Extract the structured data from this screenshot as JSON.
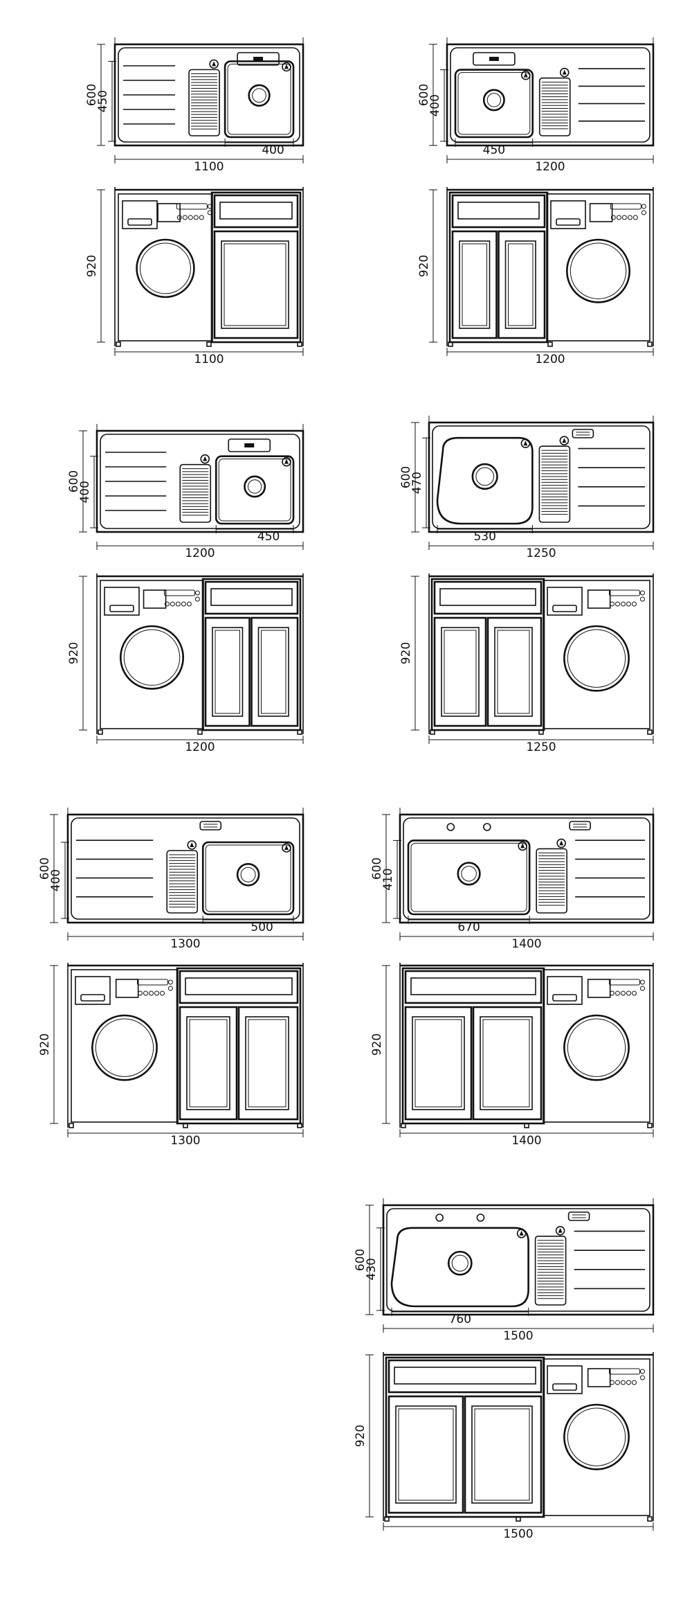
{
  "colors": {
    "line": "#111111",
    "background": "#ffffff"
  },
  "units": [
    {
      "width": "1100",
      "height": "920",
      "depth": "600",
      "basin_depth": "450",
      "basin_width": "400",
      "sink_side": "right",
      "basin_style": "square"
    },
    {
      "width": "1200",
      "height": "920",
      "depth": "600",
      "basin_depth": "400",
      "basin_width": "450",
      "sink_side": "left",
      "basin_style": "square"
    },
    {
      "width": "1200",
      "height": "920",
      "depth": "600",
      "basin_depth": "400",
      "basin_width": "450",
      "sink_side": "right",
      "basin_style": "square"
    },
    {
      "width": "1250",
      "height": "920",
      "depth": "600",
      "basin_depth": "470",
      "basin_width": "530",
      "sink_side": "left",
      "basin_style": "rounded"
    },
    {
      "width": "1300",
      "height": "920",
      "depth": "600",
      "basin_depth": "400",
      "basin_width": "500",
      "sink_side": "right",
      "basin_style": "square"
    },
    {
      "width": "1400",
      "height": "920",
      "depth": "600",
      "basin_depth": "410",
      "basin_width": "670",
      "sink_side": "left",
      "basin_style": "square"
    },
    {
      "width": "1500",
      "height": "920",
      "depth": "600",
      "basin_depth": "430",
      "basin_width": "760",
      "sink_side": "left",
      "basin_style": "rounded"
    }
  ]
}
